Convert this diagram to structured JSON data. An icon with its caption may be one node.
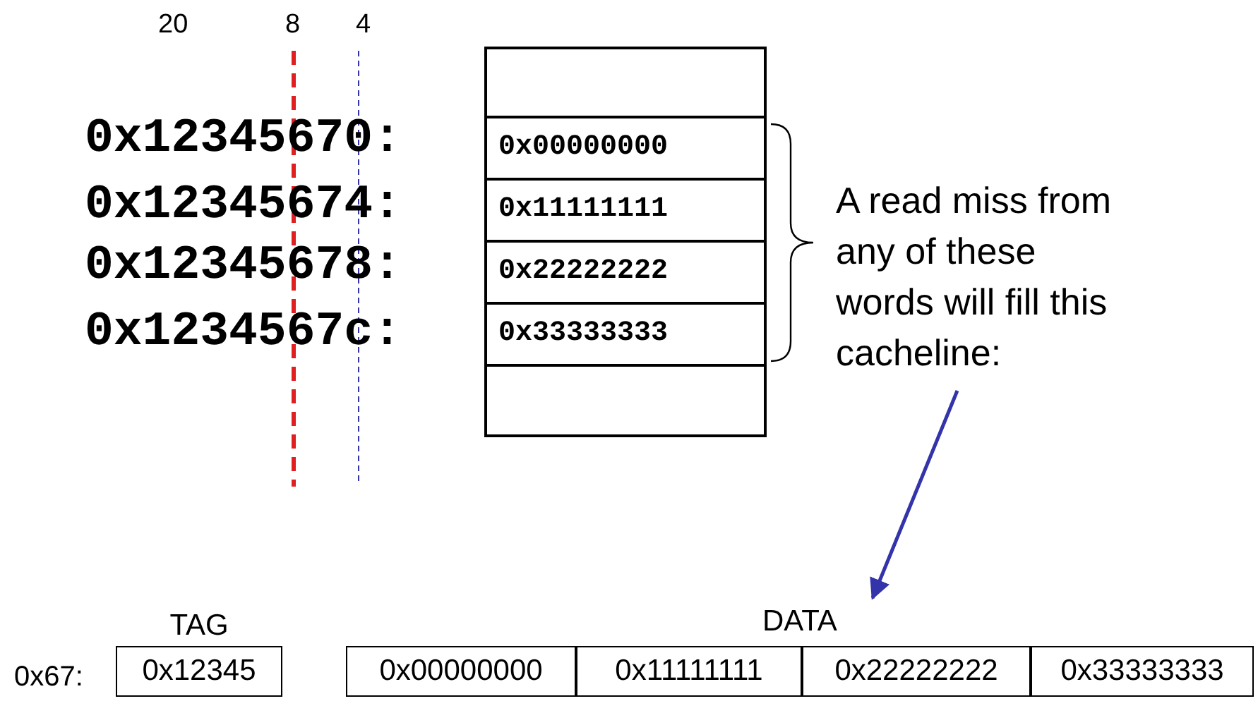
{
  "diagram": {
    "nodes": [
      {
        "text": [],
        "shape": "box"
      },
      {
        "text": [
          "0x00000000"
        ],
        "in": 0
      },
      {
        "text": [
          "0x11111111"
        ],
        "in": 0
      },
      {
        "text": [
          "0x22222222"
        ],
        "in": 0
      },
      {
        "text": [
          "0x33333333"
        ],
        "in": 0
      },
      {
        "text": [
          "A read miss from any of these words will fill this cacheline:"
        ]
      },
      {
        "text": [
          "TAG",
          "0x12345"
        ]
      },
      {
        "text": [
          "0x00000000"
        ]
      },
      {
        "text": [
          "0x11111111"
        ]
      },
      {
        "text": [
          "0x22222222"
        ]
      },
      {
        "text": [
          "0x33333333"
        ]
      }
    ],
    "edges": [
      {
        "from": 5,
        "to": 9,
        "arrow": "to"
      }
    ],
    "labels": [
      "20",
      "8",
      "4",
      "0x12345670:",
      "0x12345674:",
      "0x12345678:",
      "0x1234567c:",
      "0x67:",
      "DATA"
    ]
  }
}
